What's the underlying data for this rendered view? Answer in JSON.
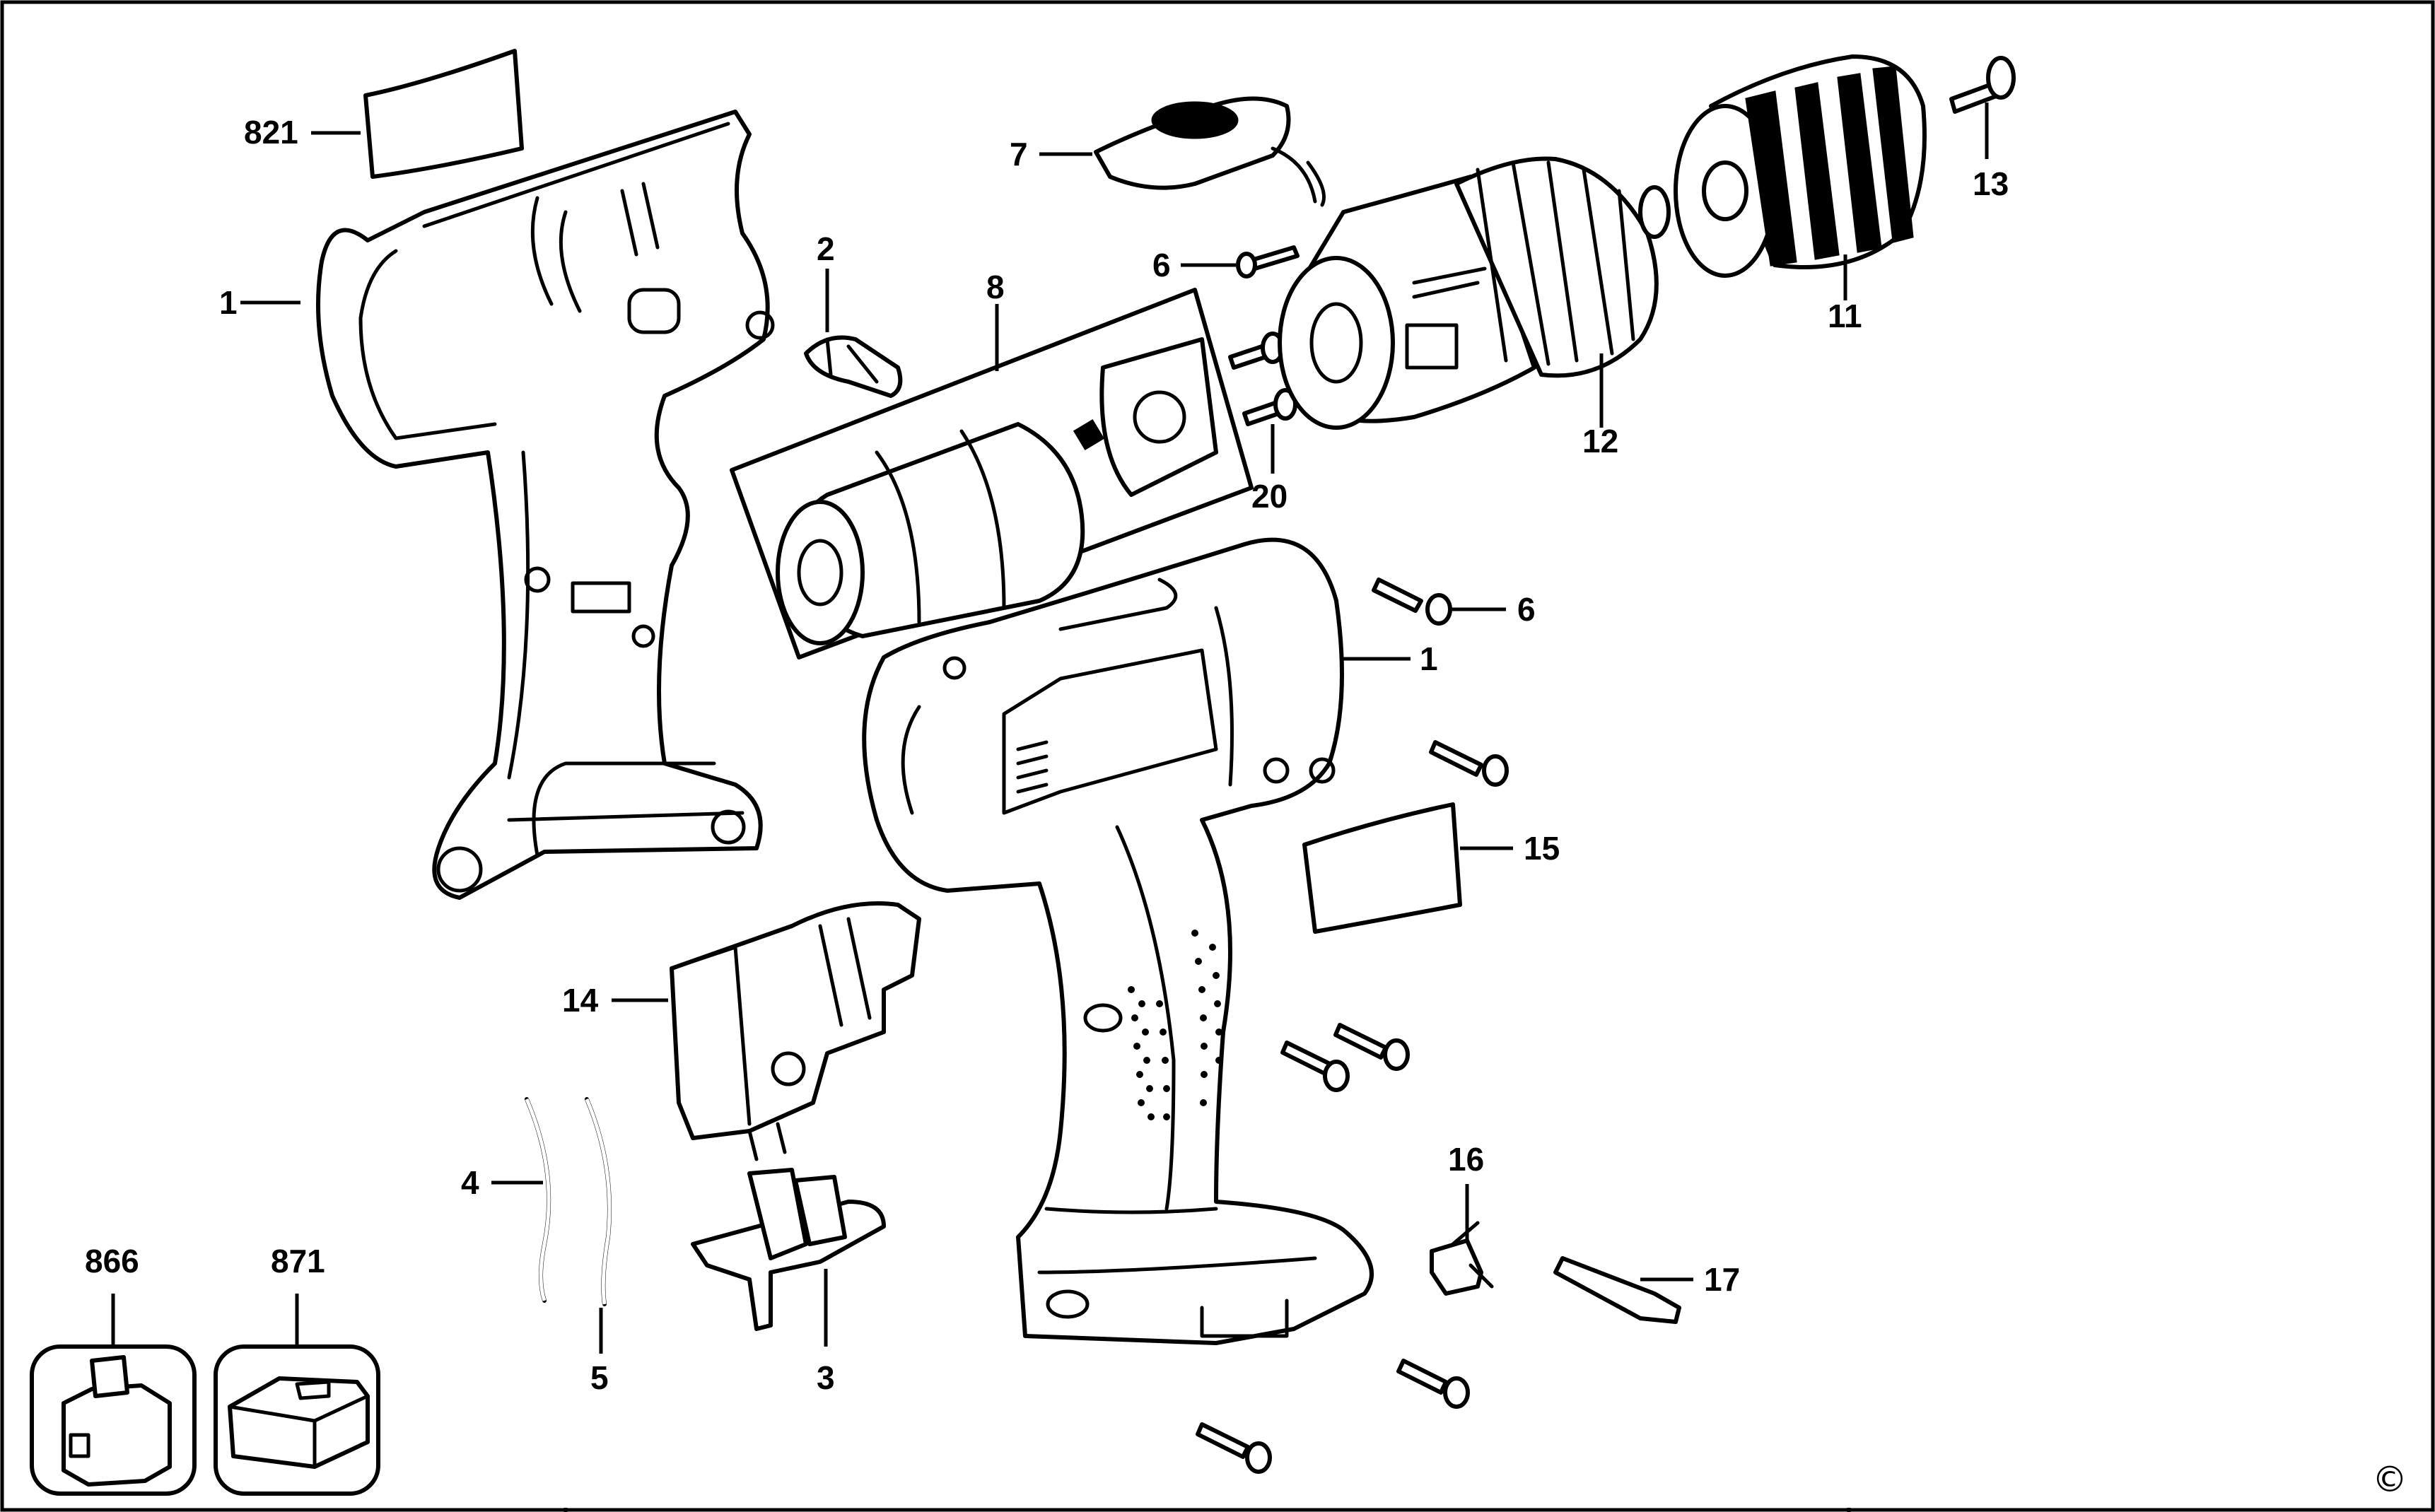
{
  "diagram": {
    "labels": {
      "l821": "821",
      "l1a": "1",
      "l2": "2",
      "l8": "8",
      "l7": "7",
      "l6a": "6",
      "l20": "20",
      "l12": "12",
      "l11": "11",
      "l13": "13",
      "l6b": "6",
      "l1b": "1",
      "l15": "15",
      "l14": "14",
      "l4": "4",
      "l5": "5",
      "l3": "3",
      "l16": "16",
      "l17": "17",
      "l866": "866",
      "l871": "871"
    },
    "copyright": "©"
  },
  "colors": {
    "line": "#000000",
    "background": "#ffffff"
  }
}
